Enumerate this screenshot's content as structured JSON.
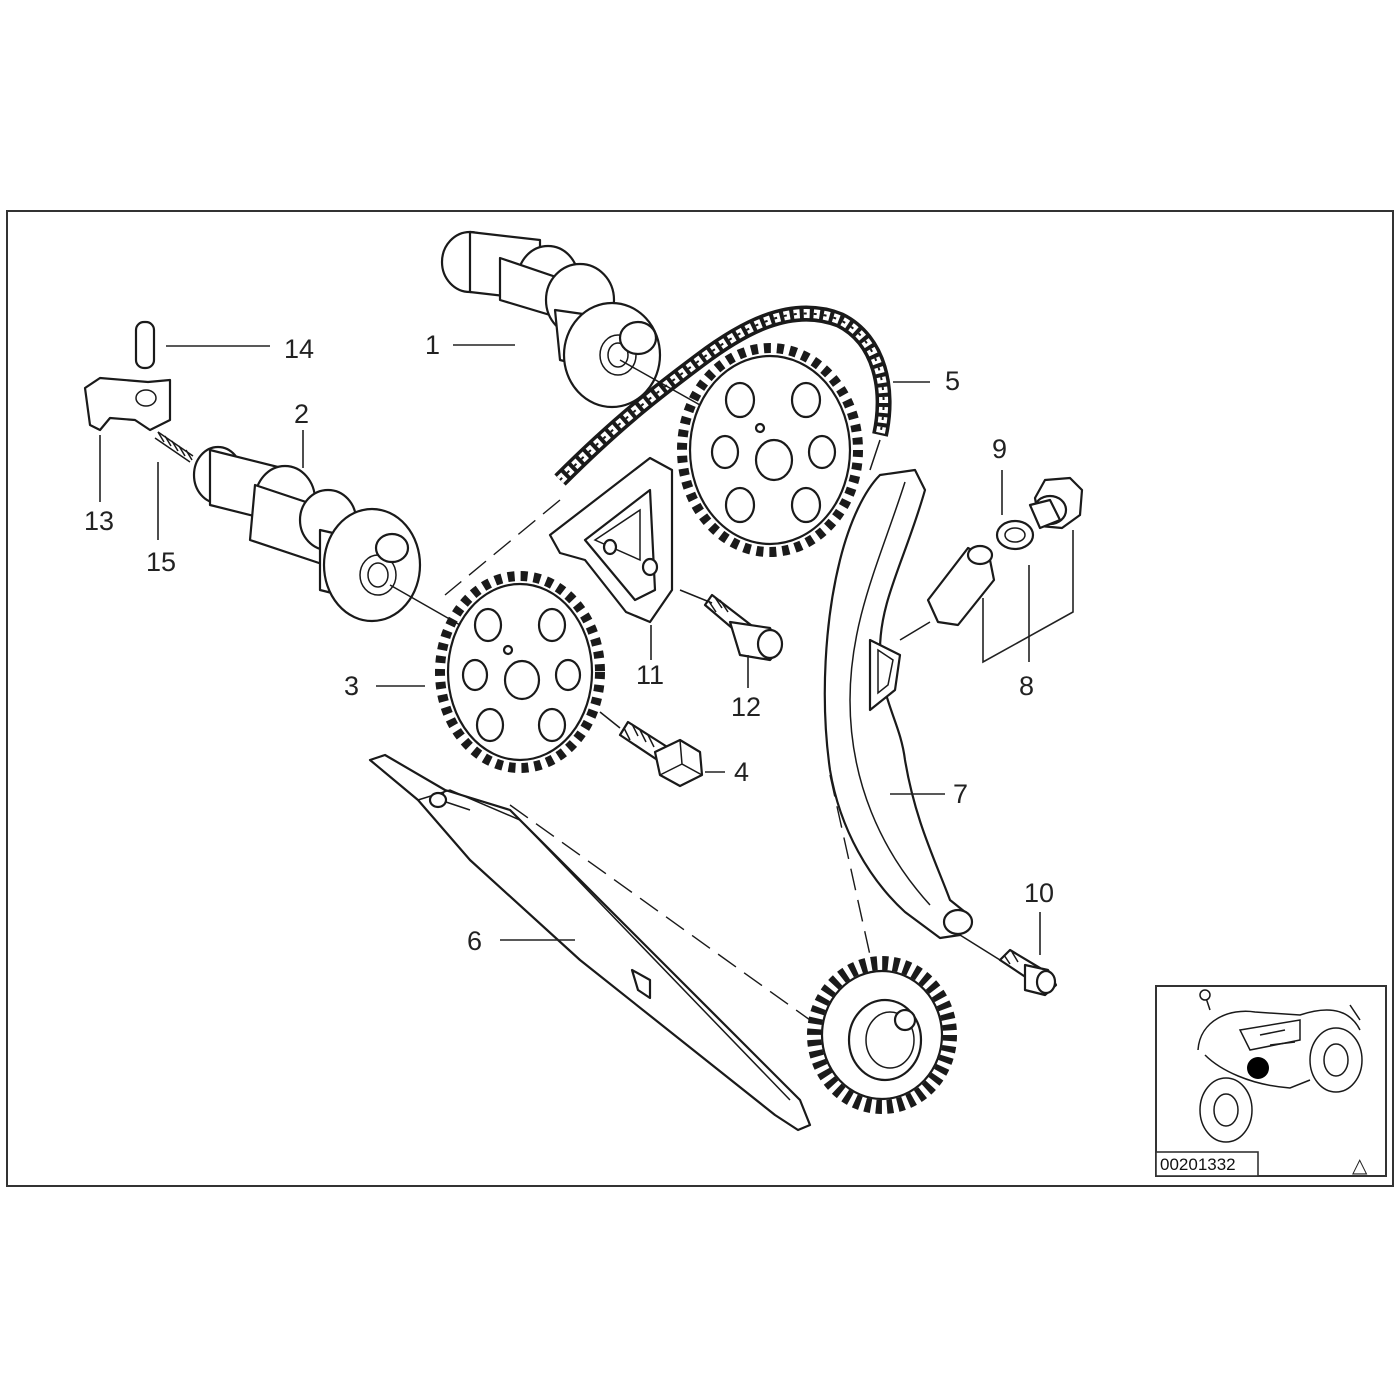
{
  "diagram": {
    "callouts": [
      "1",
      "2",
      "3",
      "4",
      "5",
      "6",
      "7",
      "8",
      "9",
      "10",
      "11",
      "12",
      "13",
      "14",
      "15"
    ],
    "reference_code": "00201332",
    "corner_symbol": "△",
    "colors": {
      "line": "#1a1a1a",
      "background": "#ffffff",
      "locator_dot": "#000000"
    }
  }
}
